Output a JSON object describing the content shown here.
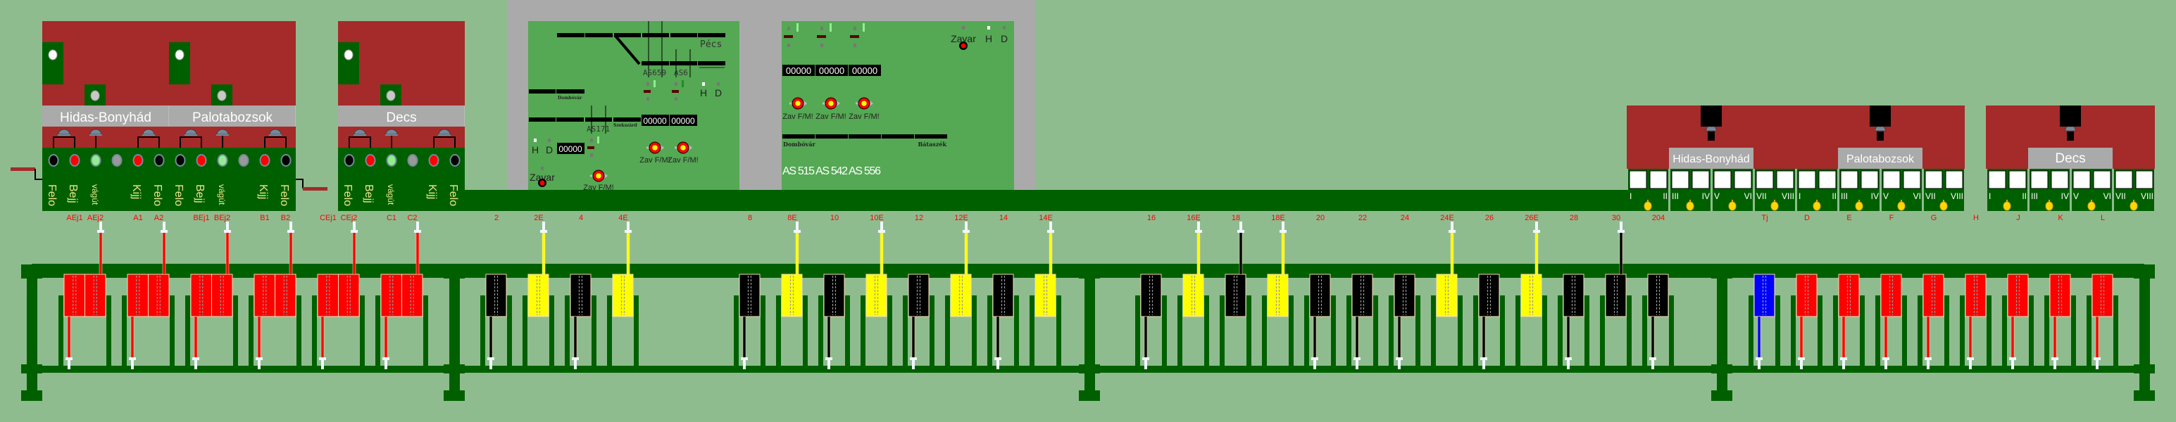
{
  "colors": {
    "background": "#8fbc8f",
    "dark_green": "#006000",
    "panel_red": "#a52a2a",
    "panel_gray": "#aaaaaa",
    "panel_green": "#55a854",
    "label_red": "#ff0000",
    "weight_red": "#ff0000",
    "weight_yellow": "#ffff00",
    "weight_black": "#000000",
    "weight_blue": "#0000ff"
  },
  "stations_left": [
    {
      "name": "Hidas-Bonyhád",
      "lamps": [
        "#000000",
        "#ff0000",
        "#90ee90",
        "#999999",
        "#ff0000",
        "#000000"
      ],
      "texts": [
        "Felo",
        "Bejj",
        "vágút",
        "",
        "Kijj",
        "Felo"
      ]
    },
    {
      "name": "Palotabozsok",
      "lamps": [
        "#000000",
        "#ff0000",
        "#90ee90",
        "#999999",
        "#ff0000",
        "#000000"
      ],
      "texts": [
        "Felo",
        "Bejj",
        "vágút",
        "",
        "Kijj",
        "Felo"
      ]
    },
    {
      "name": "Decs",
      "lamps": [
        "#000000",
        "#ff0000",
        "#90ee90",
        "#999999",
        "#ff0000",
        "#000000"
      ],
      "texts": [
        "Felo",
        "Bejj",
        "vágút",
        "",
        "Kijj",
        "Felo"
      ]
    }
  ],
  "stations_right": [
    {
      "name": "Hidas-Bonyhád",
      "tracks": [
        [
          "I",
          "II"
        ],
        [
          "III",
          "IV"
        ],
        [
          "V",
          "VI"
        ],
        [
          "VII",
          "VIII"
        ]
      ]
    },
    {
      "name": "Palotabozsok",
      "tracks": [
        [
          "I",
          "II"
        ],
        [
          "III",
          "IV"
        ],
        [
          "V",
          "VI"
        ],
        [
          "VII",
          "VIII"
        ]
      ]
    },
    {
      "name": "Decs",
      "tracks": [
        [
          "I",
          "II"
        ],
        [
          "III",
          "IV"
        ],
        [
          "V",
          "VI"
        ],
        [
          "VII",
          "VIII"
        ]
      ]
    }
  ],
  "interlocking_left": {
    "track_labels": {
      "pecs": "Pécs",
      "dombovar": "Dombóvár",
      "szekszard": "Szekszárd"
    },
    "signal_names": [
      "AS659",
      "AS6",
      "AS171"
    ],
    "counters": [
      "00000",
      "00000",
      "00000"
    ],
    "hd": [
      {
        "h": "H",
        "d": "D"
      },
      {
        "h": "H",
        "d": "D"
      }
    ],
    "alarm_label": "Zavar",
    "fault_labels": [
      "Zav F/M!",
      "Zav F/M!",
      "Zav F/M!"
    ]
  },
  "interlocking_right": {
    "counters": [
      "00000",
      "00000",
      "00000"
    ],
    "hd": {
      "h": "H",
      "d": "D"
    },
    "alarm_label": "Zavar",
    "fault_labels": [
      "Zav F/M!",
      "Zav F/M!",
      "Zav F/M!"
    ],
    "track_labels": {
      "dombovar": "Dombóvár",
      "bataszek": "Bátaszék"
    },
    "signal_names": "AS 515 AS 542 AS 556"
  },
  "racks": {
    "left": [
      {
        "label": "AEj1",
        "color": "#ff0000",
        "rod": "down"
      },
      {
        "label": "AEj2",
        "color": "#ff0000",
        "rod": "up"
      },
      {
        "label": "A1",
        "color": "#ff0000",
        "rod": "down"
      },
      {
        "label": "A2",
        "color": "#ff0000",
        "rod": "up"
      },
      {
        "label": "BEj1",
        "color": "#ff0000",
        "rod": "down"
      },
      {
        "label": "BEj2",
        "color": "#ff0000",
        "rod": "up"
      },
      {
        "label": "B1",
        "color": "#ff0000",
        "rod": "down"
      },
      {
        "label": "B2",
        "color": "#ff0000",
        "rod": "up"
      },
      {
        "label": "CEj1",
        "color": "#ff0000",
        "rod": "down"
      },
      {
        "label": "CEj2",
        "color": "#ff0000",
        "rod": "up"
      },
      {
        "label": "C1",
        "color": "#ff0000",
        "rod": "down"
      },
      {
        "label": "C2",
        "color": "#ff0000",
        "rod": "up"
      }
    ],
    "middle_a": [
      {
        "label": "2",
        "color": "#000000",
        "rod": "down"
      },
      {
        "label": "2E",
        "color": "#ffff00",
        "rod": "up"
      },
      {
        "label": "4",
        "color": "#000000",
        "rod": "down"
      },
      {
        "label": "4E",
        "color": "#ffff00",
        "rod": "up"
      },
      {
        "label": "8",
        "color": "#000000",
        "rod": "down"
      },
      {
        "label": "8E",
        "color": "#ffff00",
        "rod": "up"
      },
      {
        "label": "10",
        "color": "#000000",
        "rod": "down"
      },
      {
        "label": "10E",
        "color": "#ffff00",
        "rod": "up"
      },
      {
        "label": "12",
        "color": "#000000",
        "rod": "down"
      },
      {
        "label": "12E",
        "color": "#ffff00",
        "rod": "up"
      },
      {
        "label": "14",
        "color": "#000000",
        "rod": "down"
      },
      {
        "label": "14E",
        "color": "#ffff00",
        "rod": "up"
      }
    ],
    "middle_b": [
      {
        "label": "16",
        "color": "#000000",
        "rod": "down"
      },
      {
        "label": "16E",
        "color": "#ffff00",
        "rod": "up"
      },
      {
        "label": "18",
        "color": "#000000",
        "rod": "up"
      },
      {
        "label": "18E",
        "color": "#ffff00",
        "rod": "up"
      },
      {
        "label": "20",
        "color": "#000000",
        "rod": "down"
      },
      {
        "label": "22",
        "color": "#000000",
        "rod": "down"
      },
      {
        "label": "24",
        "color": "#000000",
        "rod": "down"
      },
      {
        "label": "24E",
        "color": "#ffff00",
        "rod": "up"
      },
      {
        "label": "26",
        "color": "#000000",
        "rod": "down"
      },
      {
        "label": "26E",
        "color": "#ffff00",
        "rod": "up"
      },
      {
        "label": "28",
        "color": "#000000",
        "rod": "down"
      },
      {
        "label": "30",
        "color": "#000000",
        "rod": "up"
      },
      {
        "label": "204",
        "color": "#000000",
        "rod": "down"
      }
    ],
    "right": [
      {
        "label": "Tj",
        "color": "#0000ff",
        "rod": "down"
      },
      {
        "label": "D",
        "color": "#ff0000",
        "rod": "down"
      },
      {
        "label": "E",
        "color": "#ff0000",
        "rod": "down"
      },
      {
        "label": "F",
        "color": "#ff0000",
        "rod": "down"
      },
      {
        "label": "G",
        "color": "#ff0000",
        "rod": "down"
      },
      {
        "label": "H",
        "color": "#ff0000",
        "rod": "down"
      },
      {
        "label": "J",
        "color": "#ff0000",
        "rod": "down"
      },
      {
        "label": "K",
        "color": "#ff0000",
        "rod": "down"
      },
      {
        "label": "L",
        "color": "#ff0000",
        "rod": "down"
      }
    ]
  }
}
